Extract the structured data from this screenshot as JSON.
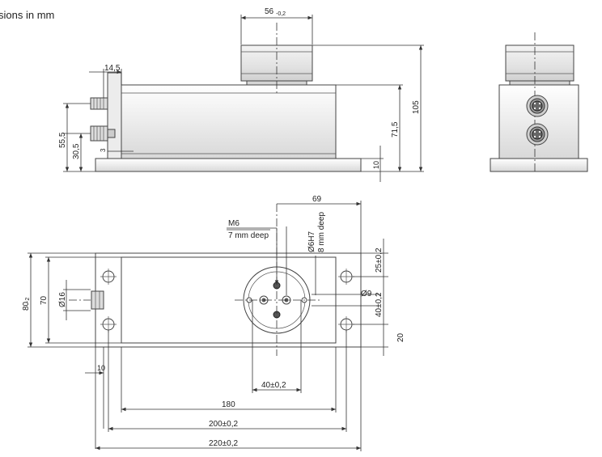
{
  "caption": "sions in mm",
  "side_view": {
    "dim_top_width": "56",
    "dim_top_width_tol": "-0,2",
    "dim_connector_offset": "14,5",
    "dim_connector_upper": "55,5",
    "dim_connector_lower": "30,5",
    "dim_small": "3",
    "dim_base_height": "10",
    "dim_body_height": "71,5",
    "dim_total_height": "105"
  },
  "top_view": {
    "dim_hole_offset": "69",
    "label_thread": "M6",
    "label_thread_depth": "7 mm deep",
    "label_pin": "Ø6H7",
    "label_pin_depth": "8 mm deep",
    "dim_width_outer": "80",
    "dim_width_outer_tol": "-2",
    "dim_width_inner": "70",
    "dim_connector_dia": "Ø16",
    "dim_mount_hole": "Ø9",
    "dim_right_top": "25±0,2",
    "dim_right_mid": "40±0,2",
    "dim_right_bottom": "20",
    "dim_left_offset": "10",
    "dim_hole_spacing": "40±0,2",
    "dim_length_180": "180",
    "dim_length_200": "200±0,2",
    "dim_length_220": "220±0,2"
  },
  "colors": {
    "body_fill": "#f0f0f0",
    "cap_fill": "#e8e8e8",
    "line": "#333333"
  }
}
